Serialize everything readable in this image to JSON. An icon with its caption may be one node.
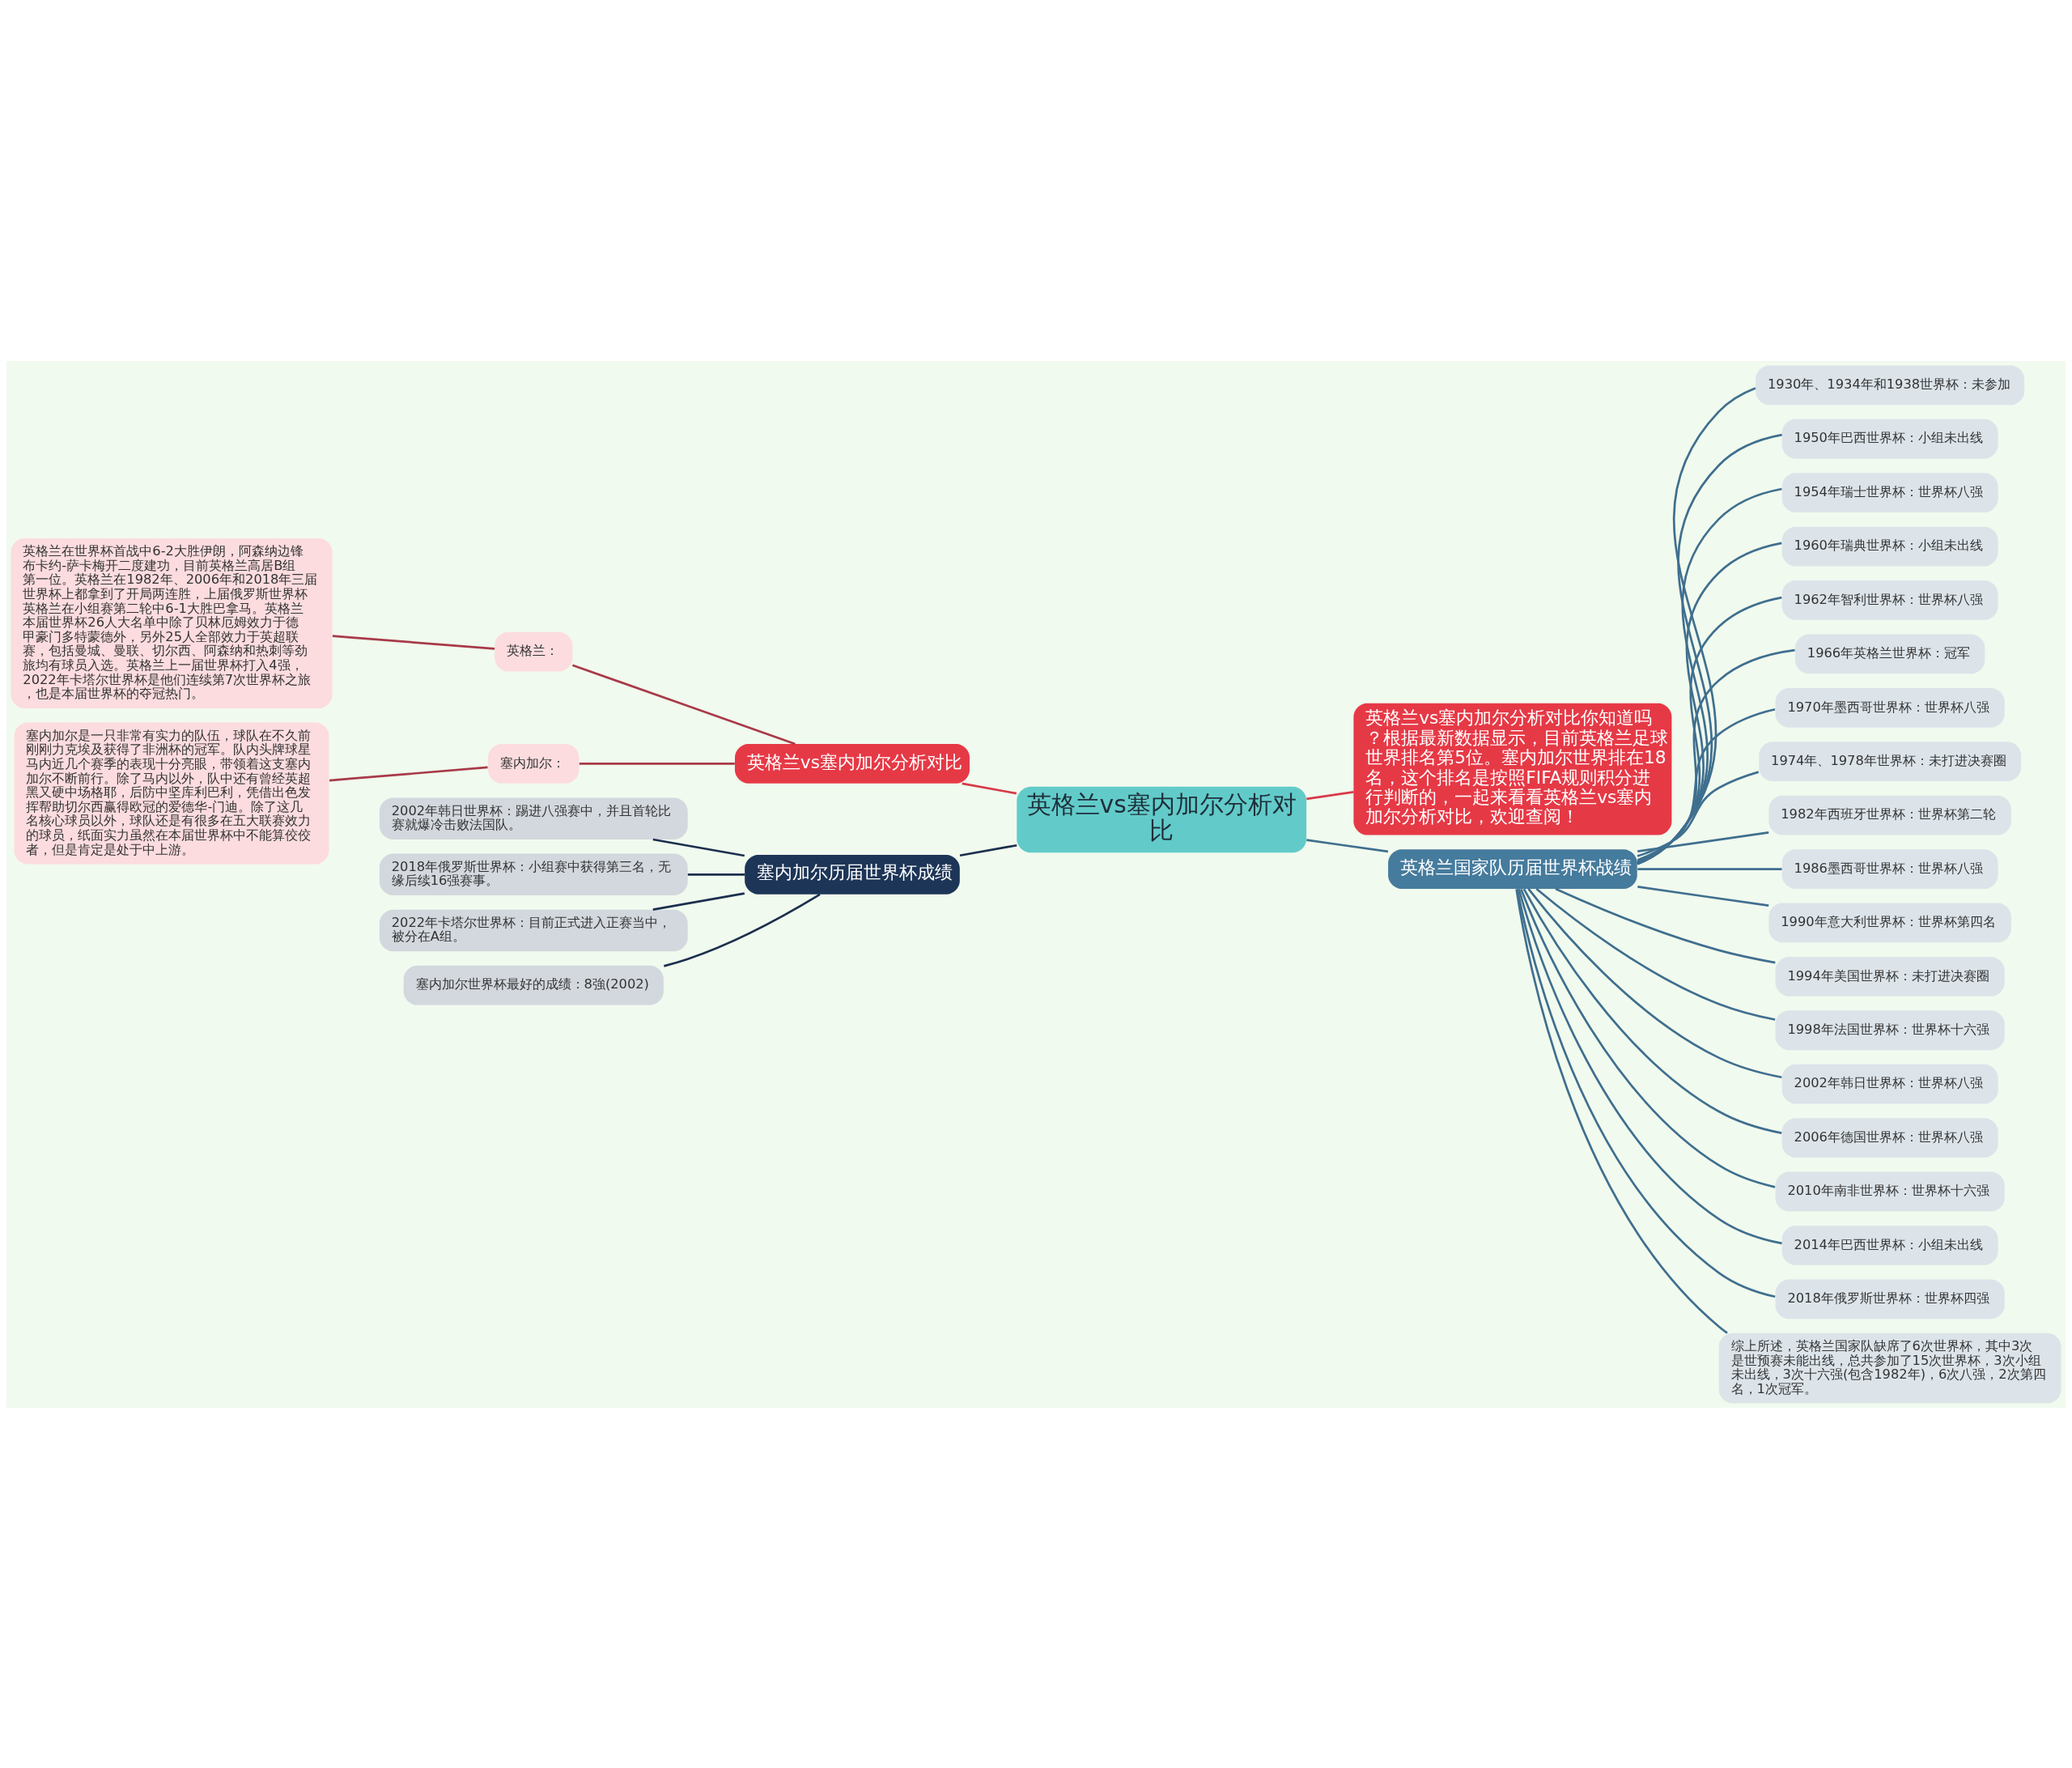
{
  "diagram": {
    "nodes": [
      {
        "text": [
          "英格兰vs塞内加尔分析对比"
        ]
      },
      {
        "text": [
          "英格兰vs塞内加尔分析对比你知道吗？根据最新数据显示，目前英格兰足球世界排名第5位。塞内加尔世界排在18名，这个排名是按照FIFA规则积分进行判断的，一起来看看英格兰vs塞内加尔分析对比，欢迎查阅！"
        ]
      },
      {
        "text": [
          "英格兰vs塞内加尔分析对比"
        ]
      },
      {
        "text": [
          "英格兰："
        ]
      },
      {
        "text": [
          "英格兰在世界杯首战中6-2大胜伊朗，阿森纳边锋布卡约-萨卡梅开二度建功，目前英格兰高居B组第一位。英格兰在1982年、2006年和2018年三届世界杯上都拿到了开局两连胜，上届俄罗斯世界杯英格兰在小组赛第二轮中6-1大胜巴拿马。英格兰本届世界杯26人大名单中除了贝林厄姆效力于德甲豪门多特蒙德外，另外25人全部效力于英超联赛，包括曼城、曼联、切尔西、阿森纳和热刺等劲旅均有球员入选。英格兰上一届世界杯打入4强，2022年卡塔尔世界杯是他们连续第7次世界杯之旅，也是本届世界杯的夺冠热门。"
        ]
      },
      {
        "text": [
          "塞内加尔："
        ]
      },
      {
        "text": [
          "塞内加尔是一只非常有实力的队伍，球队在不久前刚刚力克埃及获得了非洲杯的冠军。队内头牌球星马内近几个赛季的表现十分亮眼，带领着这支塞内加尔不断前行。除了马内以外，队中还有曾经英超黑又硬中场格耶，后防中坚库利巴利，凭借出色发挥帮助切尔西赢得欧冠的爱德华-门迪。除了这几名核心球员以外，球队还是有很多在五大联赛效力的球员，纸面实力虽然在本届世界杯中不能算佼佼者，但是肯定是处于中上游。"
        ]
      },
      {
        "text": [
          "塞内加尔历届世界杯成绩"
        ]
      },
      {
        "text": [
          "2002年韩日世界杯：踢进八强赛中，并且首轮比赛就爆冷击败法国队。"
        ]
      },
      {
        "text": [
          "2018年俄罗斯世界杯：小组赛中获得第三名，无缘后续16强赛事。"
        ]
      },
      {
        "text": [
          "2022年卡塔尔世界杯：目前正式进入正赛当中，被分在A组。"
        ]
      },
      {
        "text": [
          "塞内加尔世界杯最好的成绩：8強(2002)"
        ]
      },
      {
        "text": [
          "英格兰国家队历届世界杯战绩"
        ]
      },
      {
        "text": [
          "1930年、1934年和1938世界杯：未参加"
        ]
      },
      {
        "text": [
          "1950年巴西世界杯：小组未出线"
        ]
      },
      {
        "text": [
          "1954年瑞士世界杯：世界杯八强"
        ]
      },
      {
        "text": [
          "1960年瑞典世界杯：小组未出线"
        ]
      },
      {
        "text": [
          "1962年智利世界杯：世界杯八强"
        ]
      },
      {
        "text": [
          "1966年英格兰世界杯：冠军"
        ]
      },
      {
        "text": [
          "1970年墨西哥世界杯：世界杯八强"
        ]
      },
      {
        "text": [
          "1974年、1978年世界杯：未打进决赛圈"
        ]
      },
      {
        "text": [
          "1982年西班牙世界杯：世界杯第二轮"
        ]
      },
      {
        "text": [
          "1986墨西哥世界杯：世界杯八强"
        ]
      },
      {
        "text": [
          "1990年意大利世界杯：世界杯第四名"
        ]
      },
      {
        "text": [
          "1994年美国世界杯：未打进决赛圈"
        ]
      },
      {
        "text": [
          "1998年法国世界杯：世界杯十六强"
        ]
      },
      {
        "text": [
          "2002年韩日世界杯：世界杯八强"
        ]
      },
      {
        "text": [
          "2006年德国世界杯：世界杯八强"
        ]
      },
      {
        "text": [
          "2010年南非世界杯：世界杯十六强"
        ]
      },
      {
        "text": [
          "2014年巴西世界杯：小组未出线"
        ]
      },
      {
        "text": [
          "2018年俄罗斯世界杯：世界杯四强"
        ]
      },
      {
        "text": [
          "综上所述，英格兰国家队缺席了6次世界杯，其中3次是世预赛未能出线，总共参加了15次世界杯，3次小组未出线，3次十六强(包含1982年)，6次八强，2次第四名，1次冠军。"
        ]
      }
    ],
    "edges": [
      {
        "from": 0,
        "to": 1,
        "arrow": "none",
        "color": "#d63a48"
      },
      {
        "from": 0,
        "to": 2,
        "arrow": "none",
        "color": "#d63a48"
      },
      {
        "from": 2,
        "to": 3,
        "arrow": "none",
        "color": "#a83a48"
      },
      {
        "from": 3,
        "to": 4,
        "arrow": "none",
        "color": "#a83a48"
      },
      {
        "from": 2,
        "to": 5,
        "arrow": "none",
        "color": "#a83a48"
      },
      {
        "from": 5,
        "to": 6,
        "arrow": "none",
        "color": "#a83a48"
      },
      {
        "from": 0,
        "to": 7,
        "arrow": "none",
        "color": "#1b2f4e"
      },
      {
        "from": 7,
        "to": 8,
        "arrow": "none",
        "color": "#1b2f4e"
      },
      {
        "from": 7,
        "to": 9,
        "arrow": "none",
        "color": "#1b2f4e"
      },
      {
        "from": 7,
        "to": 10,
        "arrow": "none",
        "color": "#1b2f4e"
      },
      {
        "from": 7,
        "to": 11,
        "arrow": "none",
        "color": "#1b2f4e"
      },
      {
        "from": 0,
        "to": 12,
        "arrow": "none"
      },
      {
        "from": 12,
        "to": 13,
        "arrow": "none"
      },
      {
        "from": 12,
        "to": 14,
        "arrow": "none"
      },
      {
        "from": 12,
        "to": 15,
        "arrow": "none"
      },
      {
        "from": 12,
        "to": 16,
        "arrow": "none"
      },
      {
        "from": 12,
        "to": 17,
        "arrow": "none"
      },
      {
        "from": 12,
        "to": 18,
        "arrow": "none"
      },
      {
        "from": 12,
        "to": 19,
        "arrow": "none"
      },
      {
        "from": 12,
        "to": 20,
        "arrow": "none"
      },
      {
        "from": 12,
        "to": 21,
        "arrow": "none"
      },
      {
        "from": 12,
        "to": 22,
        "arrow": "none"
      },
      {
        "from": 12,
        "to": 23,
        "arrow": "none"
      },
      {
        "from": 12,
        "to": 24,
        "arrow": "none"
      },
      {
        "from": 12,
        "to": 25,
        "arrow": "none"
      },
      {
        "from": 12,
        "to": 26,
        "arrow": "none"
      },
      {
        "from": 12,
        "to": 27,
        "arrow": "none"
      },
      {
        "from": 12,
        "to": 28,
        "arrow": "none"
      },
      {
        "from": 12,
        "to": 29,
        "arrow": "none"
      },
      {
        "from": 12,
        "to": 30,
        "arrow": "none"
      },
      {
        "from": 12,
        "to": 31,
        "arrow": "none"
      }
    ]
  }
}
